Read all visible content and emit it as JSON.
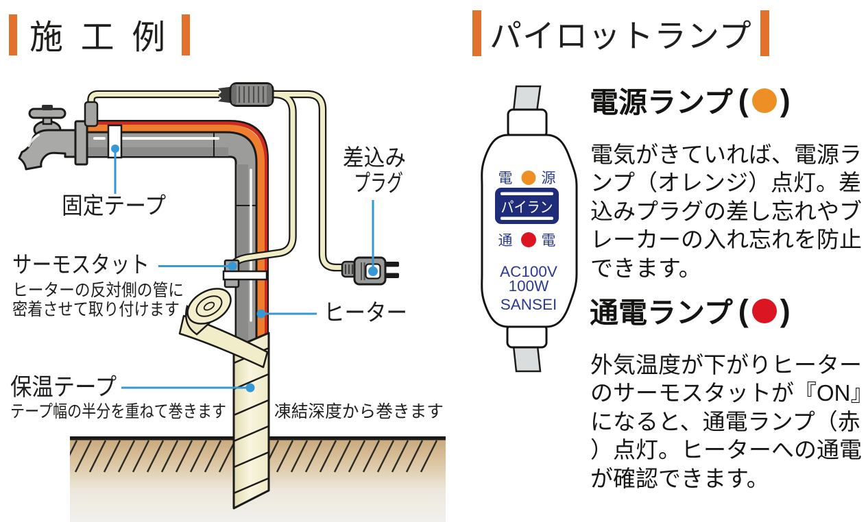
{
  "colors": {
    "accent_orange": "#E2712E",
    "heater_orange": "#EF7F2E",
    "heater_red": "#CC2B20",
    "annotation_blue": "#3699D6",
    "power_lamp_orange": "#EE8F26",
    "energize_lamp_red": "#DC1523",
    "device_navy": "#1E2C7A",
    "device_text_blue": "#2B3A8E"
  },
  "left_panel": {
    "title": "施 工 例",
    "labels": {
      "fixing_tape": "固定テープ",
      "thermostat": "サーモスタット",
      "thermostat_note_line1": "ヒーターの反対側の管に",
      "thermostat_note_line2": "密着させて取り付けます",
      "insulation_tape": "保温テープ",
      "insulation_tape_note": "テープ幅の半分を重ねて巻きます",
      "freeze_depth_note": "凍結深度から巻きます",
      "plug_label_line1": "差込み",
      "plug_label_line2": "プラグ",
      "heater": "ヒーター"
    }
  },
  "right_panel": {
    "title": "パイロットランプ",
    "device": {
      "power_label_left": "電",
      "power_label_right": "源",
      "name_plate": "パイラン",
      "energize_label_left": "通",
      "energize_label_right": "電",
      "voltage": "AC100V",
      "wattage": "100W",
      "brand": "SANSEI"
    },
    "power_lamp": {
      "heading": "電源ランプ",
      "paren_open": "(",
      "paren_close": ")",
      "body": "電気がきていれば、電源ランプ（オレンジ）点灯。差込みプラグの差し忘れやブレーカーの入れ忘れを防止できます。"
    },
    "energize_lamp": {
      "heading": "通電ランプ",
      "paren_open": "(",
      "paren_close": ")",
      "body": "外気温度が下がりヒーターのサーモスタットが『ON』になると、通電ランプ（赤）点灯。ヒーターへの通電が確認できます。"
    }
  }
}
